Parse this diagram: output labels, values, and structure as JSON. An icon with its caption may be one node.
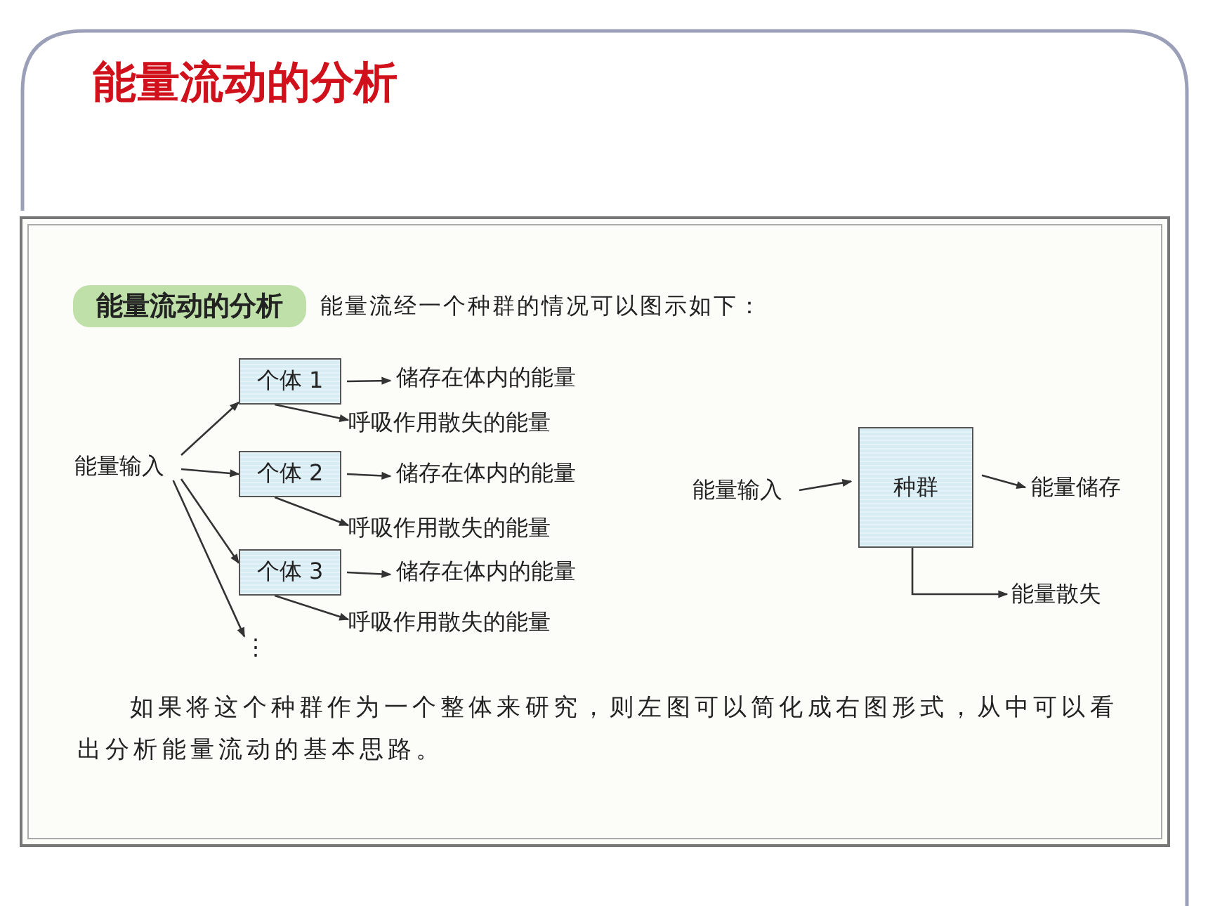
{
  "diagram": {
    "title": "能量流动的分析",
    "nodes": [
      {
        "text": [
          "能量流动的分析"
        ]
      },
      {
        "text": [
          "能量输入"
        ]
      },
      {
        "text": [
          "个体 1"
        ]
      },
      {
        "text": [
          "储存在体内的能量"
        ]
      },
      {
        "text": [
          "呼吸作用散失的能量"
        ]
      },
      {
        "text": [
          "个体 2"
        ]
      },
      {
        "text": [
          "储存在体内的能量"
        ]
      },
      {
        "text": [
          "呼吸作用散失的能量"
        ]
      },
      {
        "text": [
          "个体 3"
        ]
      },
      {
        "text": [
          "储存在体内的能量"
        ]
      },
      {
        "text": [
          "呼吸作用散失的能量"
        ]
      },
      {
        "text": [
          "⋮"
        ]
      },
      {
        "text": [
          "能量输入"
        ]
      },
      {
        "text": [
          "种群"
        ]
      },
      {
        "text": [
          "能量储存"
        ]
      },
      {
        "text": [
          "能量散失"
        ]
      }
    ],
    "edges": [
      {
        "from": 1,
        "to": 2,
        "arrow": "to"
      },
      {
        "from": 1,
        "to": 5,
        "arrow": "to"
      },
      {
        "from": 1,
        "to": 8,
        "arrow": "to"
      },
      {
        "from": 1,
        "to": 11,
        "arrow": "to"
      },
      {
        "from": 2,
        "to": 3,
        "arrow": "to"
      },
      {
        "from": 2,
        "to": 4,
        "arrow": "to"
      },
      {
        "from": 5,
        "to": 6,
        "arrow": "to"
      },
      {
        "from": 5,
        "to": 7,
        "arrow": "to"
      },
      {
        "from": 8,
        "to": 9,
        "arrow": "to"
      },
      {
        "from": 8,
        "to": 10,
        "arrow": "to"
      },
      {
        "from": 12,
        "to": 13,
        "arrow": "to"
      },
      {
        "from": 13,
        "to": 14,
        "arrow": "to"
      },
      {
        "from": 13,
        "to": 15,
        "arrow": "to"
      }
    ],
    "labels": [
      "能量流经一个种群的情况可以图示如下：",
      "如果将这个种群作为一个整体来研究，则左图可以简化成右图形式，从中可以看出分析能量流动的基本思路。"
    ]
  }
}
